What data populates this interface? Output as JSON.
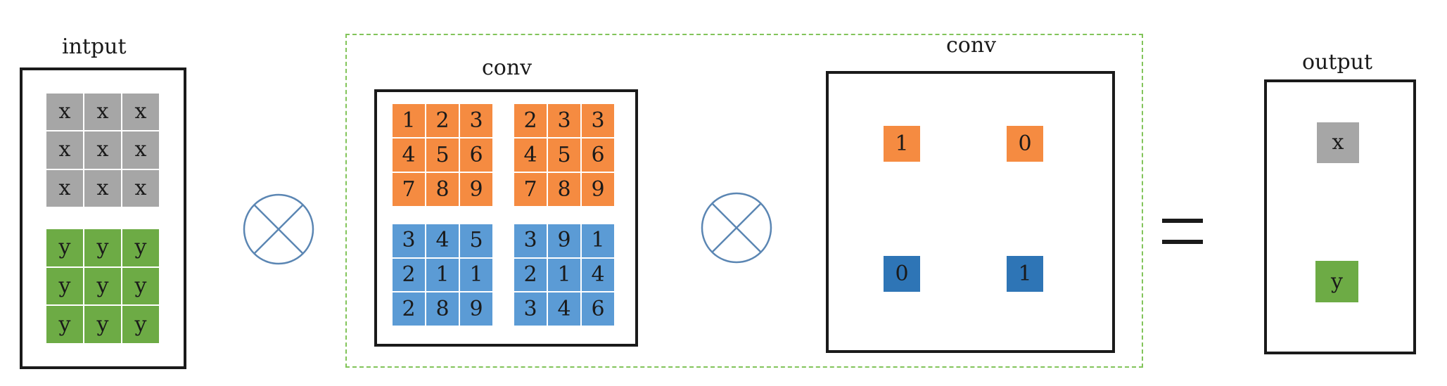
{
  "input": {
    "label": "intput",
    "x_grid": [
      "x",
      "x",
      "x",
      "x",
      "x",
      "x",
      "x",
      "x",
      "x"
    ],
    "y_grid": [
      "y",
      "y",
      "y",
      "y",
      "y",
      "y",
      "y",
      "y",
      "y"
    ]
  },
  "conv1": {
    "label": "conv",
    "kernels": [
      {
        "color": "orange",
        "values": [
          "1",
          "2",
          "3",
          "4",
          "5",
          "6",
          "7",
          "8",
          "9"
        ]
      },
      {
        "color": "orange",
        "values": [
          "2",
          "3",
          "3",
          "4",
          "5",
          "6",
          "7",
          "8",
          "9"
        ]
      },
      {
        "color": "blue",
        "values": [
          "3",
          "4",
          "5",
          "2",
          "1",
          "1",
          "2",
          "8",
          "9"
        ]
      },
      {
        "color": "blue",
        "values": [
          "3",
          "9",
          "1",
          "2",
          "1",
          "4",
          "3",
          "4",
          "6"
        ]
      }
    ]
  },
  "conv2": {
    "label": "conv",
    "cells": [
      {
        "color": "orange",
        "value": "1"
      },
      {
        "color": "orange",
        "value": "0"
      },
      {
        "color": "dblue",
        "value": "0"
      },
      {
        "color": "dblue",
        "value": "1"
      }
    ]
  },
  "output": {
    "label": "output",
    "cells": [
      {
        "color": "gray",
        "value": "x"
      },
      {
        "color": "green",
        "value": "y"
      }
    ]
  },
  "colors": {
    "gray": "#a6a6a6",
    "green": "#6dab45",
    "orange": "#f58b41",
    "blue": "#5b9bd5",
    "dark_blue": "#2e75b6",
    "operator": "#5b86b3",
    "dashed_group": "#82c45a"
  },
  "operators": [
    "circle-times-icon",
    "circle-times-icon",
    "equals-sign"
  ]
}
